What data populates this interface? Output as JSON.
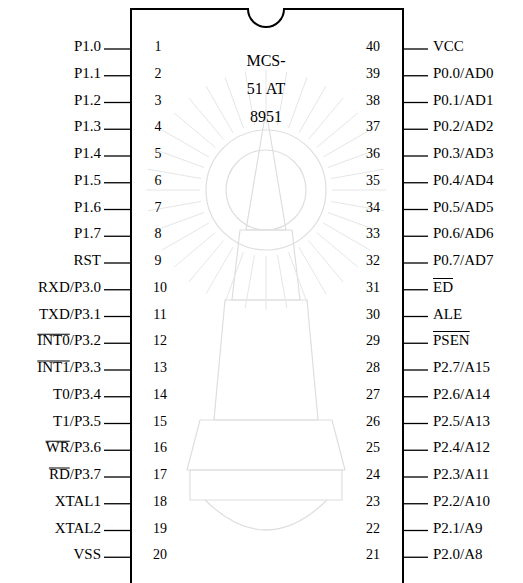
{
  "diagram": {
    "nodes": [
      {
        "text": [
          "MCS-51 AT 8951"
        ]
      }
    ],
    "labels": [
      "P1.0",
      "P1.1",
      "P1.2",
      "P1.3",
      "P1.4",
      "P1.5",
      "P1.6",
      "P1.7",
      "RST",
      "RXD/P3.0",
      "TXD/P3.1",
      "INT0/P3.2",
      "INT1/P3.3",
      "T0/P3.4",
      "T1/P3.5",
      "WR/P3.6",
      "RD/P3.7",
      "XTAL1",
      "XTAL2",
      "VSS",
      "1",
      "2",
      "3",
      "4",
      "5",
      "6",
      "7",
      "8",
      "9",
      "10",
      "11",
      "12",
      "13",
      "14",
      "15",
      "16",
      "17",
      "18",
      "19",
      "20",
      "40",
      "39",
      "38",
      "37",
      "36",
      "35",
      "34",
      "33",
      "32",
      "31",
      "30",
      "29",
      "28",
      "27",
      "26",
      "25",
      "24",
      "23",
      "22",
      "21",
      "VCC",
      "P0.0/AD0",
      "P0.1/AD1",
      "P0.2/AD2",
      "P0.3/AD3",
      "P0.4/AD4",
      "P0.5/AD5",
      "P0.6/AD6",
      "P0.7/AD7",
      "ED",
      "ALE",
      "PSEN",
      "P2.7/A15",
      "P2.6/A14",
      "P2.5/A13",
      "P2.4/A12",
      "P2.3/A11",
      "P2.2/A10",
      "P2.1/A9",
      "P2.0/A8"
    ]
  }
}
